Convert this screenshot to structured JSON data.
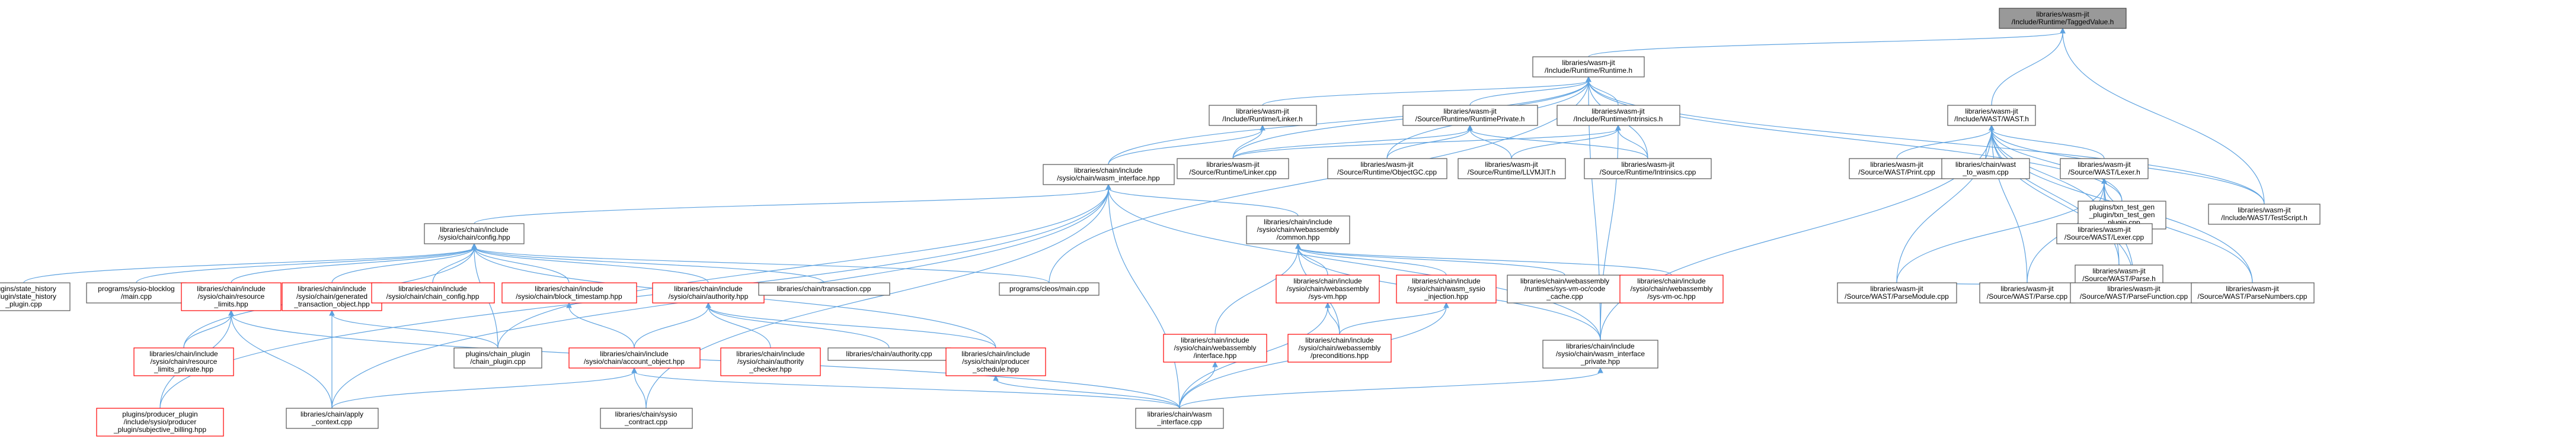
{
  "colors": {
    "edge": "#5fa3e0",
    "node_fill": "#ffffff",
    "node_border": "#555555",
    "highlight_fill": "#999999",
    "highlight_border": "#444444",
    "red_border": "#ff0000"
  },
  "nodes": [
    {
      "id": "n0",
      "style": "highlight",
      "lines": [
        "libraries/wasm-jit",
        "/Include/Runtime/TaggedValue.h"
      ]
    },
    {
      "id": "n1",
      "style": "normal",
      "lines": [
        "libraries/wasm-jit",
        "/Include/Runtime/Runtime.h"
      ]
    },
    {
      "id": "n2",
      "style": "normal",
      "lines": [
        "libraries/wasm-jit",
        "/Include/WAST/WAST.h"
      ]
    },
    {
      "id": "n3",
      "style": "normal",
      "lines": [
        "libraries/wasm-jit",
        "/Include/WAST/TestScript.h"
      ]
    },
    {
      "id": "n4",
      "style": "normal",
      "lines": [
        "plugins/txn_test_gen",
        "_plugin/txn_test_gen",
        "_plugin.cpp"
      ]
    },
    {
      "id": "n5",
      "style": "normal",
      "lines": [
        "libraries/wasm-jit",
        "/Include/Runtime/Linker.h"
      ]
    },
    {
      "id": "n6",
      "style": "normal",
      "lines": [
        "libraries/wasm-jit",
        "/Source/Runtime/RuntimePrivate.h"
      ]
    },
    {
      "id": "n7",
      "style": "normal",
      "lines": [
        "libraries/wasm-jit",
        "/Include/Runtime/Intrinsics.h"
      ]
    },
    {
      "id": "n8",
      "style": "normal",
      "lines": [
        "libraries/chain/include",
        "/sysio/chain/wasm_interface.hpp"
      ]
    },
    {
      "id": "n9",
      "style": "normal",
      "lines": [
        "libraries/wasm-jit",
        "/Source/Runtime/Linker.cpp"
      ]
    },
    {
      "id": "n10",
      "style": "normal",
      "lines": [
        "libraries/wasm-jit",
        "/Source/Runtime/ObjectGC.cpp"
      ]
    },
    {
      "id": "n11",
      "style": "normal",
      "lines": [
        "libraries/wasm-jit",
        "/Source/Runtime/LLVMJIT.h"
      ]
    },
    {
      "id": "n12",
      "style": "normal",
      "lines": [
        "libraries/wasm-jit",
        "/Source/Runtime/Intrinsics.cpp"
      ]
    },
    {
      "id": "n13",
      "style": "normal",
      "lines": [
        "libraries/wasm-jit",
        "/Source/WAST/Print.cpp"
      ]
    },
    {
      "id": "n14",
      "style": "normal",
      "lines": [
        "libraries/chain/wast",
        "_to_wasm.cpp"
      ]
    },
    {
      "id": "n15",
      "style": "normal",
      "lines": [
        "libraries/wasm-jit",
        "/Source/WAST/Lexer.h"
      ]
    },
    {
      "id": "n16",
      "style": "normal",
      "lines": [
        "libraries/chain/include",
        "/sysio/chain/config.hpp"
      ]
    },
    {
      "id": "n17",
      "style": "normal",
      "lines": [
        "libraries/chain/include",
        "/sysio/chain/webassembly",
        "/common.hpp"
      ]
    },
    {
      "id": "n18",
      "style": "normal",
      "lines": [
        "libraries/wasm-jit",
        "/Source/WAST/Lexer.cpp"
      ]
    },
    {
      "id": "n19",
      "style": "normal",
      "lines": [
        "libraries/wasm-jit",
        "/Source/WAST/Parse.h"
      ]
    },
    {
      "id": "n20",
      "style": "normal",
      "lines": [
        "plugins/state_history",
        "_plugin/state_history",
        "_plugin.cpp"
      ]
    },
    {
      "id": "n21",
      "style": "normal",
      "lines": [
        "programs/sysio-blocklog",
        "/main.cpp"
      ]
    },
    {
      "id": "n22",
      "style": "red",
      "lines": [
        "libraries/chain/include",
        "/sysio/chain/resource",
        "_limits.hpp"
      ]
    },
    {
      "id": "n23",
      "style": "red",
      "lines": [
        "libraries/chain/include",
        "/sysio/chain/generated",
        "_transaction_object.hpp"
      ]
    },
    {
      "id": "n24",
      "style": "red",
      "lines": [
        "libraries/chain/include",
        "/sysio/chain/chain_config.hpp"
      ]
    },
    {
      "id": "n25",
      "style": "red",
      "lines": [
        "libraries/chain/include",
        "/sysio/chain/block_timestamp.hpp"
      ]
    },
    {
      "id": "n26",
      "style": "red",
      "lines": [
        "libraries/chain/include",
        "/sysio/chain/authority.hpp"
      ]
    },
    {
      "id": "n27",
      "style": "normal",
      "lines": [
        "libraries/chain/transaction.cpp"
      ]
    },
    {
      "id": "n28",
      "style": "normal",
      "lines": [
        "programs/cleos/main.cpp"
      ]
    },
    {
      "id": "n29",
      "style": "red",
      "lines": [
        "libraries/chain/include",
        "/sysio/chain/webassembly",
        "/sys-vm.hpp"
      ]
    },
    {
      "id": "n30",
      "style": "red",
      "lines": [
        "libraries/chain/include",
        "/sysio/chain/wasm_sysio",
        "_injection.hpp"
      ]
    },
    {
      "id": "n31",
      "style": "normal",
      "lines": [
        "libraries/chain/webassembly",
        "/runtimes/sys-vm-oc/code",
        "_cache.cpp"
      ]
    },
    {
      "id": "n32",
      "style": "red",
      "lines": [
        "libraries/chain/include",
        "/sysio/chain/webassembly",
        "/sys-vm-oc.hpp"
      ]
    },
    {
      "id": "n33",
      "style": "normal",
      "lines": [
        "libraries/wasm-jit",
        "/Source/WAST/ParseModule.cpp"
      ]
    },
    {
      "id": "n34",
      "style": "normal",
      "lines": [
        "libraries/wasm-jit",
        "/Source/WAST/Parse.cpp"
      ]
    },
    {
      "id": "n35",
      "style": "normal",
      "lines": [
        "libraries/wasm-jit",
        "/Source/WAST/ParseFunction.cpp"
      ]
    },
    {
      "id": "n36",
      "style": "normal",
      "lines": [
        "libraries/wasm-jit",
        "/Source/WAST/ParseNumbers.cpp"
      ]
    },
    {
      "id": "n37",
      "style": "red",
      "lines": [
        "libraries/chain/include",
        "/sysio/chain/resource",
        "_limits_private.hpp"
      ]
    },
    {
      "id": "n38",
      "style": "normal",
      "lines": [
        "plugins/chain_plugin",
        "/chain_plugin.cpp"
      ]
    },
    {
      "id": "n39",
      "style": "red",
      "lines": [
        "libraries/chain/include",
        "/sysio/chain/account_object.hpp"
      ]
    },
    {
      "id": "n40",
      "style": "red",
      "lines": [
        "libraries/chain/include",
        "/sysio/chain/authority",
        "_checker.hpp"
      ]
    },
    {
      "id": "n41",
      "style": "normal",
      "lines": [
        "libraries/chain/authority.cpp"
      ]
    },
    {
      "id": "n42",
      "style": "red",
      "lines": [
        "libraries/chain/include",
        "/sysio/chain/producer",
        "_schedule.hpp"
      ]
    },
    {
      "id": "n43",
      "style": "red",
      "lines": [
        "libraries/chain/include",
        "/sysio/chain/webassembly",
        "/interface.hpp"
      ]
    },
    {
      "id": "n44",
      "style": "red",
      "lines": [
        "libraries/chain/include",
        "/sysio/chain/webassembly",
        "/preconditions.hpp"
      ]
    },
    {
      "id": "n45",
      "style": "normal",
      "lines": [
        "libraries/chain/include",
        "/sysio/chain/wasm_interface",
        "_private.hpp"
      ]
    },
    {
      "id": "n46",
      "style": "red",
      "lines": [
        "plugins/producer_plugin",
        "/include/sysio/producer",
        "_plugin/subjective_billing.hpp"
      ]
    },
    {
      "id": "n47",
      "style": "normal",
      "lines": [
        "libraries/chain/apply",
        "_context.cpp"
      ]
    },
    {
      "id": "n48",
      "style": "normal",
      "lines": [
        "libraries/chain/sysio",
        "_contract.cpp"
      ]
    },
    {
      "id": "n49",
      "style": "normal",
      "lines": [
        "libraries/chain/wasm",
        "_interface.cpp"
      ]
    }
  ],
  "edges": [
    [
      "n0",
      "n1"
    ],
    [
      "n0",
      "n2"
    ],
    [
      "n0",
      "n3"
    ],
    [
      "n1",
      "n5"
    ],
    [
      "n1",
      "n6"
    ],
    [
      "n1",
      "n7"
    ],
    [
      "n1",
      "n8"
    ],
    [
      "n1",
      "n9"
    ],
    [
      "n1",
      "n10"
    ],
    [
      "n1",
      "n12"
    ],
    [
      "n1",
      "n28"
    ],
    [
      "n1",
      "n4"
    ],
    [
      "n1",
      "n3"
    ],
    [
      "n1",
      "n45"
    ],
    [
      "n2",
      "n13"
    ],
    [
      "n2",
      "n14"
    ],
    [
      "n2",
      "n15"
    ],
    [
      "n2",
      "n18"
    ],
    [
      "n2",
      "n19"
    ],
    [
      "n2",
      "n33"
    ],
    [
      "n2",
      "n34"
    ],
    [
      "n2",
      "n35"
    ],
    [
      "n2",
      "n36"
    ],
    [
      "n2",
      "n4"
    ],
    [
      "n2",
      "n3"
    ],
    [
      "n2",
      "n45"
    ],
    [
      "n5",
      "n8"
    ],
    [
      "n5",
      "n9"
    ],
    [
      "n6",
      "n9"
    ],
    [
      "n6",
      "n10"
    ],
    [
      "n6",
      "n11"
    ],
    [
      "n6",
      "n12"
    ],
    [
      "n7",
      "n9"
    ],
    [
      "n7",
      "n11"
    ],
    [
      "n7",
      "n12"
    ],
    [
      "n7",
      "n45"
    ],
    [
      "n8",
      "n16"
    ],
    [
      "n8",
      "n17"
    ],
    [
      "n8",
      "n38"
    ],
    [
      "n8",
      "n47"
    ],
    [
      "n8",
      "n48"
    ],
    [
      "n8",
      "n49"
    ],
    [
      "n8",
      "n45"
    ],
    [
      "n8",
      "n46"
    ],
    [
      "n15",
      "n18"
    ],
    [
      "n15",
      "n19"
    ],
    [
      "n15",
      "n33"
    ],
    [
      "n15",
      "n34"
    ],
    [
      "n15",
      "n35"
    ],
    [
      "n15",
      "n36"
    ],
    [
      "n16",
      "n20"
    ],
    [
      "n16",
      "n21"
    ],
    [
      "n16",
      "n22"
    ],
    [
      "n16",
      "n23"
    ],
    [
      "n16",
      "n24"
    ],
    [
      "n16",
      "n25"
    ],
    [
      "n16",
      "n26"
    ],
    [
      "n16",
      "n27"
    ],
    [
      "n16",
      "n28"
    ],
    [
      "n16",
      "n37"
    ],
    [
      "n16",
      "n38"
    ],
    [
      "n16",
      "n42"
    ],
    [
      "n17",
      "n29"
    ],
    [
      "n17",
      "n30"
    ],
    [
      "n17",
      "n31"
    ],
    [
      "n17",
      "n32"
    ],
    [
      "n17",
      "n43"
    ],
    [
      "n17",
      "n44"
    ],
    [
      "n17",
      "n45"
    ],
    [
      "n19",
      "n33"
    ],
    [
      "n19",
      "n34"
    ],
    [
      "n19",
      "n35"
    ],
    [
      "n19",
      "n36"
    ],
    [
      "n22",
      "n37"
    ],
    [
      "n22",
      "n46"
    ],
    [
      "n22",
      "n47"
    ],
    [
      "n22",
      "n49"
    ],
    [
      "n23",
      "n38"
    ],
    [
      "n23",
      "n47"
    ],
    [
      "n25",
      "n39"
    ],
    [
      "n26",
      "n39"
    ],
    [
      "n26",
      "n40"
    ],
    [
      "n26",
      "n41"
    ],
    [
      "n26",
      "n42"
    ],
    [
      "n29",
      "n44"
    ],
    [
      "n29",
      "n49"
    ],
    [
      "n30",
      "n44"
    ],
    [
      "n30",
      "n49"
    ],
    [
      "n39",
      "n47"
    ],
    [
      "n39",
      "n48"
    ],
    [
      "n39",
      "n49"
    ],
    [
      "n42",
      "n49"
    ],
    [
      "n43",
      "n49"
    ],
    [
      "n45",
      "n49"
    ]
  ]
}
